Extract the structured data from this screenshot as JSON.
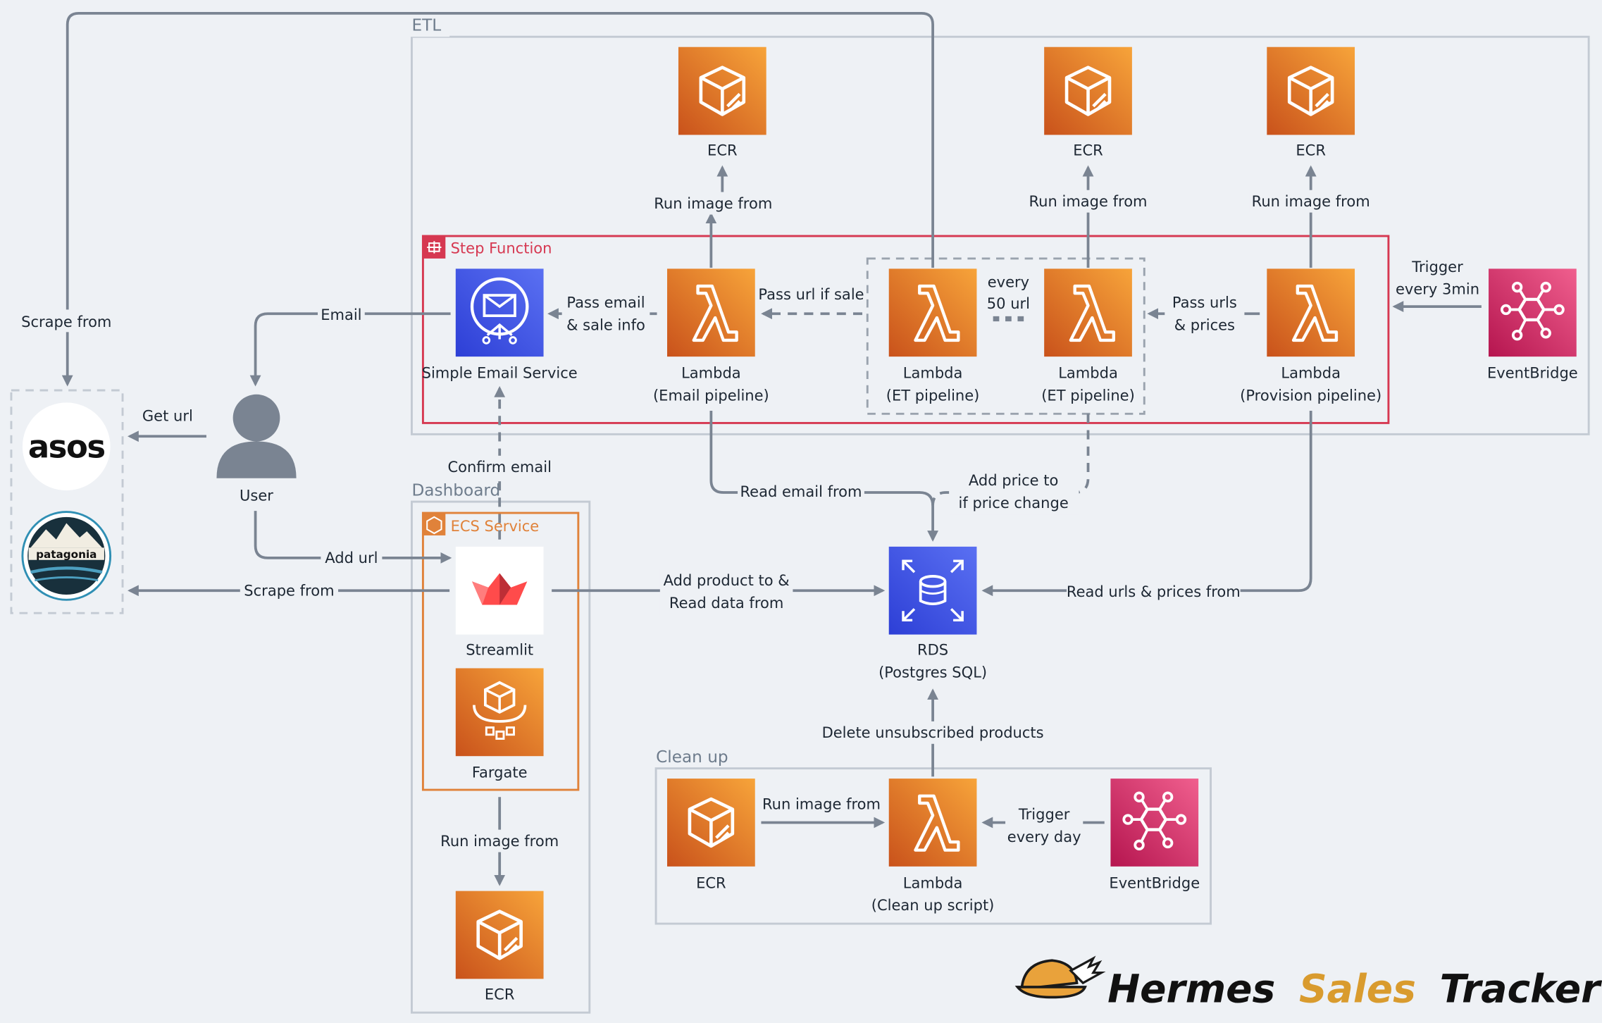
{
  "groups": {
    "etl": "ETL",
    "step_function": "Step Function",
    "dashboard": "Dashboard",
    "ecs_service": "ECS Service",
    "clean_up": "Clean up"
  },
  "nodes": {
    "ecr_email": "ECR",
    "ecr_et": "ECR",
    "ecr_provision": "ECR",
    "ecr_dashboard": "ECR",
    "ecr_cleanup": "ECR",
    "ses": "Simple Email Service",
    "lambda_email": [
      "Lambda",
      "(Email pipeline)"
    ],
    "lambda_et1": [
      "Lambda",
      "(ET pipeline)"
    ],
    "lambda_et2": [
      "Lambda",
      "(ET pipeline)"
    ],
    "lambda_provision": [
      "Lambda",
      "(Provision pipeline)"
    ],
    "lambda_cleanup": [
      "Lambda",
      "(Clean up script)"
    ],
    "eventbridge_etl": "EventBridge",
    "eventbridge_cleanup": "EventBridge",
    "user": "User",
    "streamlit": "Streamlit",
    "fargate": "Fargate",
    "rds": [
      "RDS",
      "(Postgres SQL)"
    ],
    "et_batch_note": [
      "every",
      "50 url"
    ]
  },
  "edges": {
    "scrape_from_top": "Scrape from",
    "get_url": "Get url",
    "email": "Email",
    "run_image_email": "Run image from",
    "run_image_et": "Run image from",
    "run_image_provision": "Run image from",
    "pass_email": [
      "Pass email",
      "& sale info"
    ],
    "pass_url_if_sale": "Pass url if sale",
    "pass_urls": [
      "Pass urls",
      "& prices"
    ],
    "trigger_3min": [
      "Trigger",
      "every 3min"
    ],
    "confirm_email": "Confirm email",
    "read_email_from": "Read email from",
    "add_price": [
      "Add price to",
      "if price change"
    ],
    "add_url": "Add url",
    "scrape_from_bottom": "Scrape from",
    "add_product": [
      "Add product to &",
      "Read data from"
    ],
    "read_urls": "Read urls & prices from",
    "delete_unsubscribed": "Delete unsubscribed products",
    "run_image_cleanup": "Run image from",
    "trigger_day": [
      "Trigger",
      "every day"
    ],
    "run_image_dashboard": "Run image from"
  },
  "brands": {
    "asos": "asos",
    "patagonia": "patagonia"
  },
  "logo": {
    "part1": "Hermes",
    "part2": "Sales",
    "part3": "Tracker"
  },
  "colors": {
    "aws_orange": "#e8771f",
    "eventbridge_pink": "#d6336c",
    "ses_blue": "#3b4fe0",
    "rds_blue": "#3b4fe0",
    "step_function_red": "#d63851",
    "ecs_orange": "#e0823a",
    "logo_gold": "#d99b2e"
  }
}
